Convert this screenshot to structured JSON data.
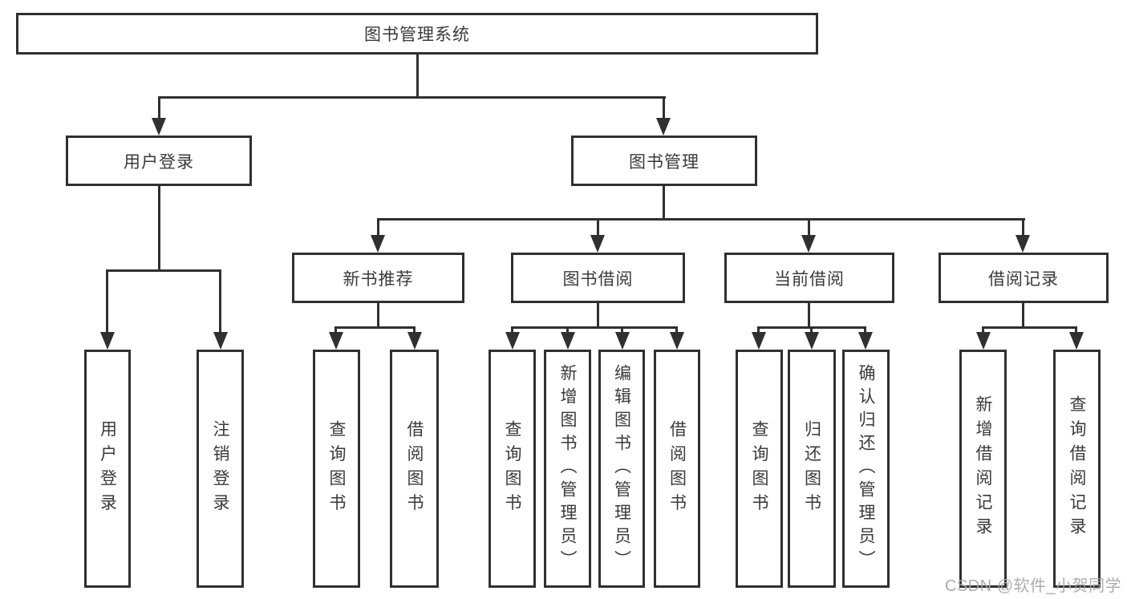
{
  "page": {
    "watermark": "CSDN @软件_小贺同学"
  },
  "colors": {
    "line": "#303030",
    "text": "#3a3a3a",
    "background": "#ffffff",
    "watermark": "#a6a6a6"
  },
  "tree": {
    "root": "图书管理系统",
    "children": [
      {
        "label": "用户登录",
        "children": [
          "用户登录",
          "注销登录"
        ]
      },
      {
        "label": "图书管理",
        "children": [
          {
            "label": "新书推荐",
            "children": [
              "查询图书",
              "借阅图书"
            ]
          },
          {
            "label": "图书借阅",
            "children": [
              "查询图书",
              "新增图书（管理员）",
              "编辑图书（管理员）",
              "借阅图书"
            ]
          },
          {
            "label": "当前借阅",
            "children": [
              "查询图书",
              "归还图书",
              "确认归还（管理员）"
            ]
          },
          {
            "label": "借阅记录",
            "children": [
              "新增借阅记录",
              "查询借阅记录"
            ]
          }
        ]
      }
    ]
  }
}
